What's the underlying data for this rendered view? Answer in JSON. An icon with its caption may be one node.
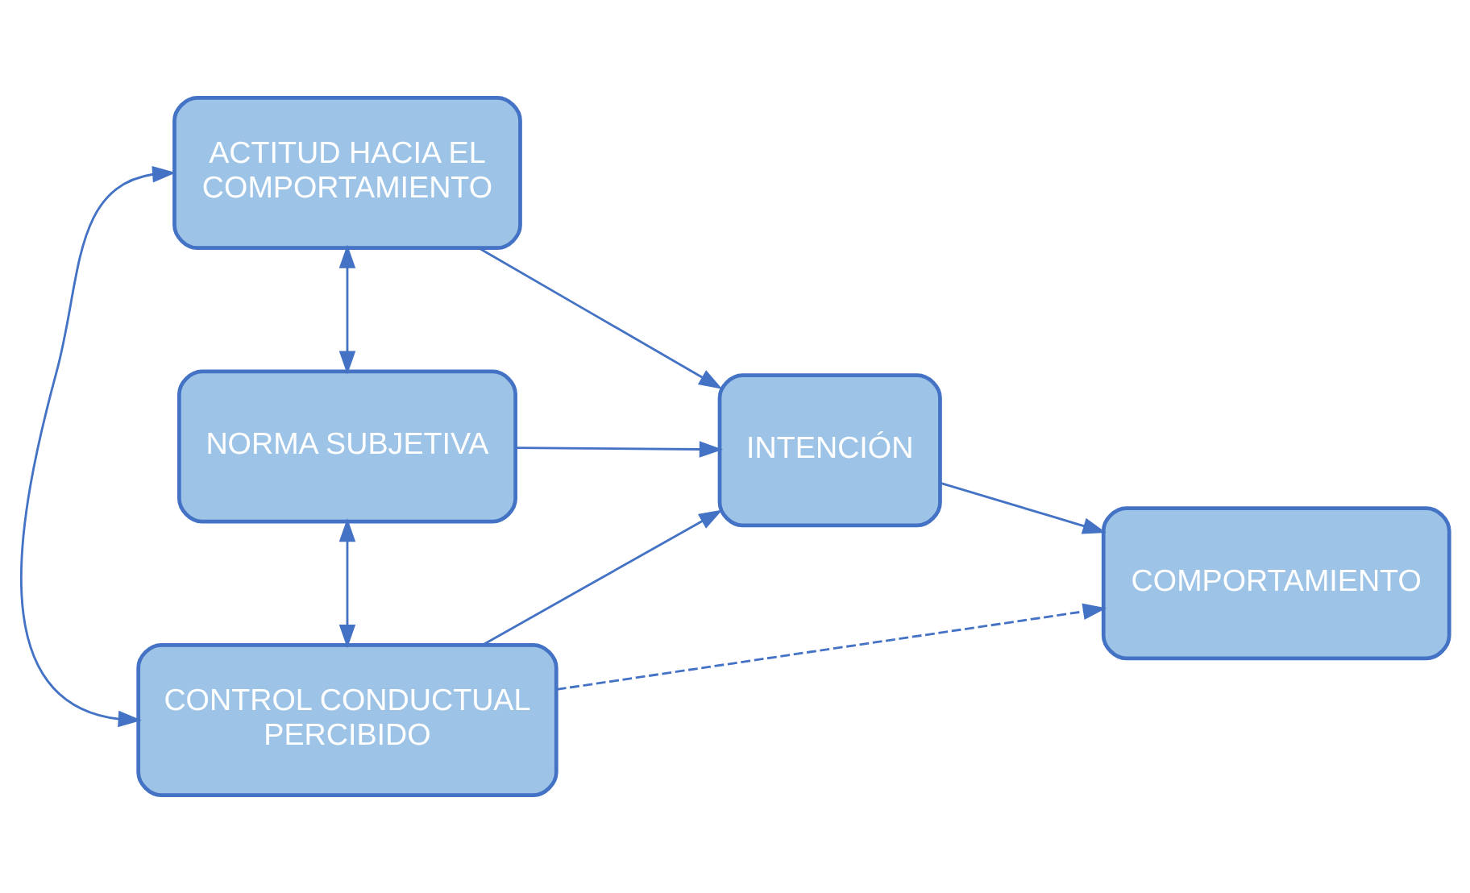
{
  "diagram": {
    "nodes": [
      {
        "text": [
          "ACTITUD HACIA EL COMPORTAMIENTO"
        ]
      },
      {
        "text": [
          "NORMA SUBJETIVA"
        ]
      },
      {
        "text": [
          "CONTROL CONDUCTUAL PERCIBIDO"
        ]
      },
      {
        "text": [
          "INTENCIÓN"
        ]
      },
      {
        "text": [
          "COMPORTAMIENTO"
        ]
      }
    ],
    "edges": [
      {
        "from": 0,
        "to": 1,
        "arrow": "both"
      },
      {
        "from": 1,
        "to": 2,
        "arrow": "both"
      },
      {
        "from": 0,
        "to": 2,
        "arrow": "both"
      },
      {
        "from": 0,
        "to": 3,
        "arrow": "to"
      },
      {
        "from": 1,
        "to": 3,
        "arrow": "to"
      },
      {
        "from": 2,
        "to": 3,
        "arrow": "to"
      },
      {
        "from": 3,
        "to": 4,
        "arrow": "to"
      },
      {
        "from": 2,
        "to": 4,
        "arrow": "to",
        "style": "dashed"
      }
    ]
  }
}
